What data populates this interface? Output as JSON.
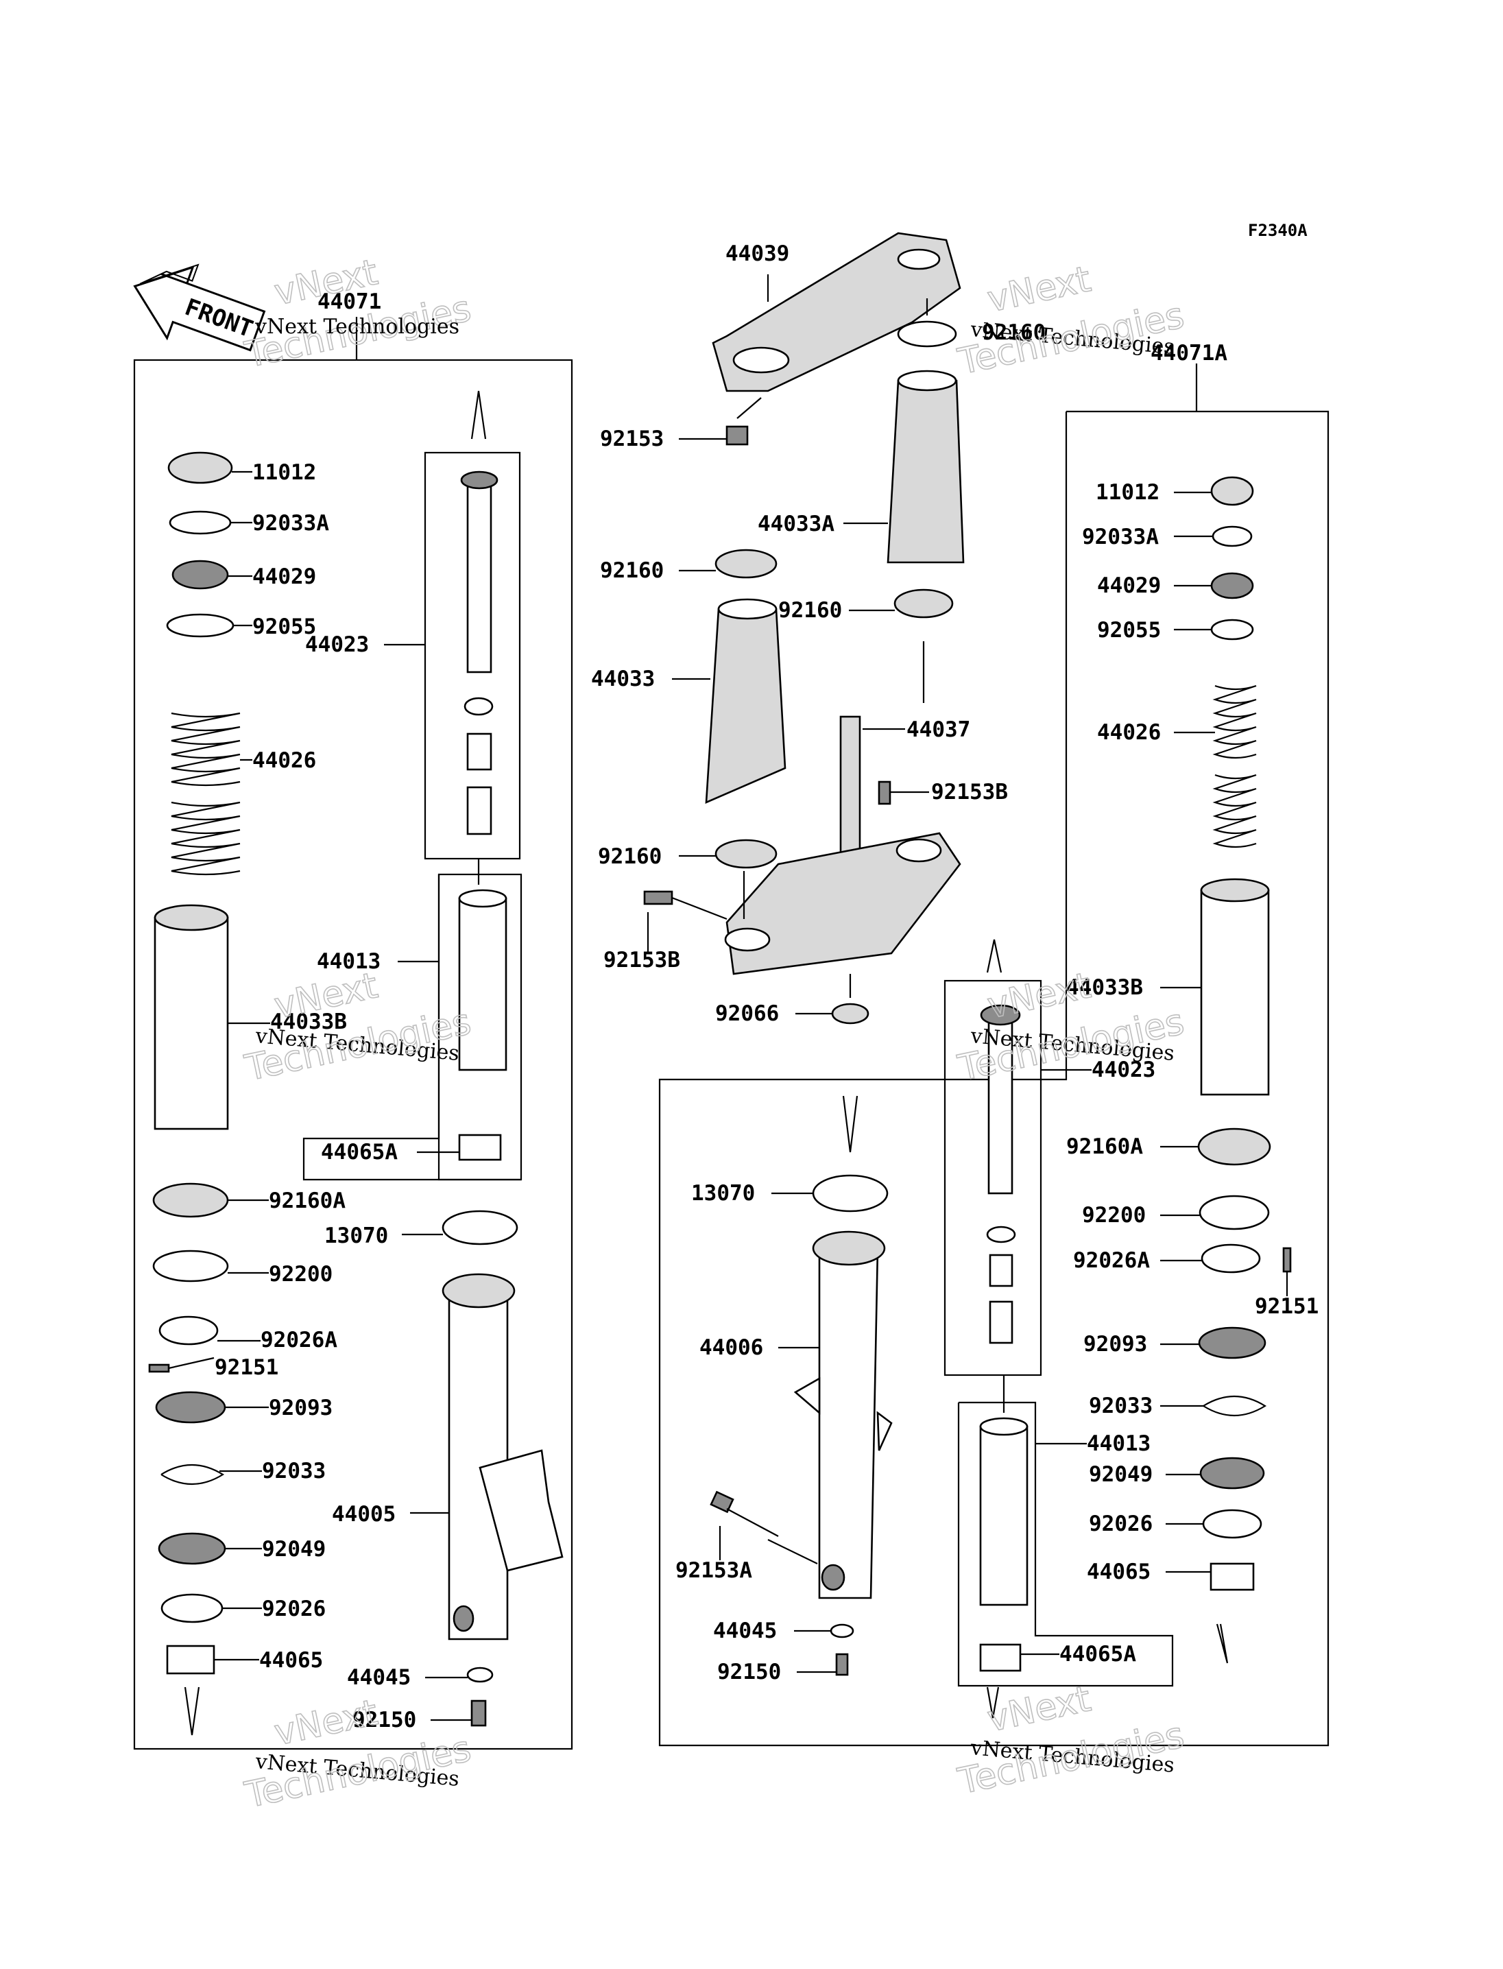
{
  "diagram_code": "F2340A",
  "front_label": "FRONT",
  "watermark": {
    "line1": "vNext",
    "line2": "vNext Technologies",
    "line3": "Technologies"
  },
  "left_fork": {
    "assembly": "44071",
    "parts": [
      "11012",
      "92033A",
      "44029",
      "92055",
      "44023",
      "44026",
      "44013",
      "44033B",
      "44065A",
      "92160A",
      "13070",
      "92200",
      "92026A",
      "92151",
      "92093",
      "92033",
      "44005",
      "92049",
      "92026",
      "44065",
      "44045",
      "92150"
    ]
  },
  "steering": {
    "parts": [
      "44039",
      "92160",
      "92153",
      "44033A",
      "92160",
      "44033",
      "92160",
      "44037",
      "92153B",
      "92160",
      "92153B",
      "92066"
    ]
  },
  "right_fork": {
    "assembly": "44071A",
    "parts": [
      "11012",
      "92033A",
      "44029",
      "92055",
      "44026",
      "44033B",
      "44023",
      "92160A",
      "92200",
      "92026A",
      "92151",
      "92093",
      "92033",
      "44013",
      "92049",
      "92026",
      "44065",
      "44065A",
      "13070",
      "44006",
      "92153A",
      "44045",
      "92150"
    ]
  }
}
